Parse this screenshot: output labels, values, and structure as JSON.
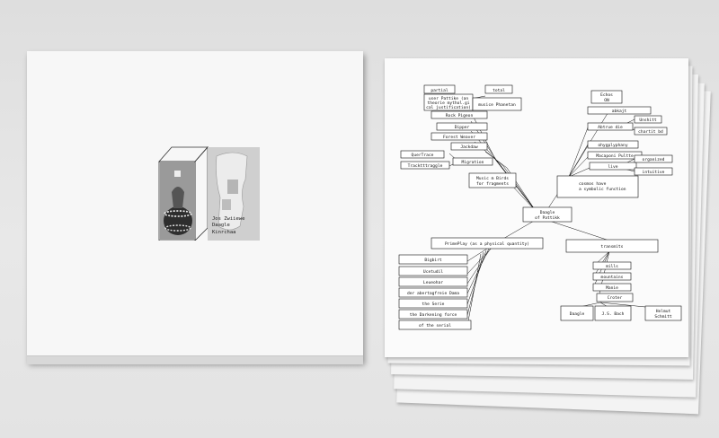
{
  "cover": {
    "credit_lines": [
      "Jos Zwiiewe",
      "Daagle",
      "Kinrchaa"
    ]
  },
  "diagram": {
    "center": [
      "Daagle",
      "of Pattikk"
    ],
    "nodes": {
      "partial": "partial",
      "total": "total",
      "user": [
        "user Pattike (an",
        "theorie mythol.gi",
        "cal justification)"
      ],
      "musice": "musice  Phanetan",
      "rock": "Rock Pigeon",
      "dipper": "Dipper",
      "forest": "Forest Weaver",
      "jackdaw": "Jackdaw",
      "quetrace": "QuerTrace",
      "trackttraggle": "Tracktttraggle",
      "migration": "Migration",
      "music_birds": [
        "Music m Birds",
        "for fragments"
      ],
      "echos": [
        "Echos",
        "ON"
      ],
      "abkajt": "abkajt",
      "unshitt": "Unshitt",
      "abtrue": "Abtrue die",
      "chartit": "chartit bd",
      "schematische": "ohygplyphany",
      "macaponi": "Macaponi Pultte",
      "live": "live",
      "organized": "organized",
      "intuitive": "intuitive",
      "cosmos": [
        "cosmos have",
        "a symbolic function"
      ],
      "pianoplay": "PrimePlay (as a physical quantity)",
      "p1": "Bigbirt",
      "p2": "Ucetudil",
      "p3": "Leueohar",
      "p4": "der abertagfreie Dama",
      "p5": "the Serie",
      "p6": "the Darkening force",
      "p7": "of the serial",
      "transmits": "transmits",
      "t1": "mills",
      "t2": "mountains",
      "t3": "Manie",
      "t4": "Croter",
      "daagle": "Daagle",
      "jsbach": "J.S. Bach",
      "helmut": [
        "Helmut",
        "Schmitt"
      ]
    }
  }
}
